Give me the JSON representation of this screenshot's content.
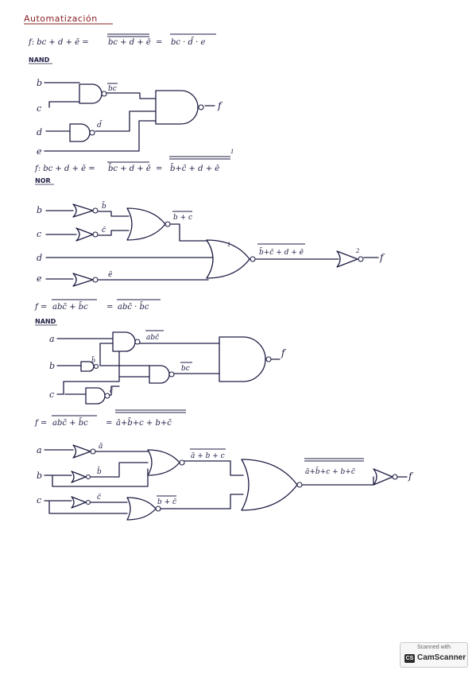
{
  "title": "Automatización",
  "sections": {
    "s1": {
      "formula": {
        "lhs": "f: bc + d + ē =",
        "t1": "bc + d + ē",
        "eq": "=",
        "t2": "bc · d̄ · e"
      },
      "label": "NAND",
      "inputs": [
        "b",
        "c",
        "d",
        "e"
      ],
      "gate_labels": [
        "bc",
        "d̄"
      ],
      "output": "f"
    },
    "s2": {
      "formula": {
        "lhs": "f: bc + d + ē =",
        "t1": "b̄c + d + ē",
        "eq": "=",
        "t2": "b̄+c̄ + d + ē",
        "mark": "1"
      },
      "label": "NOR",
      "inputs": [
        "b",
        "c",
        "d",
        "e"
      ],
      "gate_labels": [
        "b̄",
        "c̄",
        "b + c",
        "ē",
        "b̄+c̄ + d + ē"
      ],
      "marks": [
        "1",
        "2"
      ],
      "output": "f"
    },
    "s3": {
      "formula": {
        "lhs": "f =",
        "t1": "abc̄ + b̄c",
        "eq": "=",
        "t2": "abc̄ · b̄c"
      },
      "label": "NAND",
      "inputs": [
        "a",
        "b",
        "c"
      ],
      "gate_labels": [
        "abc̄",
        "b̄",
        "bc",
        "c̄"
      ],
      "output": "f"
    },
    "s4": {
      "formula": {
        "lhs": "f =",
        "t1": "abc̄ + b̄c",
        "eq": "=",
        "t2": "ā+b̄+c + b+c̄"
      },
      "inputs": [
        "a",
        "b",
        "c"
      ],
      "gate_labels": [
        "ā",
        "b̄",
        "c̄",
        "ā + b + c",
        "b + c̄",
        "ā+b̄+c + b+c̄"
      ],
      "output": "f"
    }
  },
  "watermark": {
    "line1": "Scanned with",
    "line2": "CamScanner",
    "logo": "CS"
  }
}
